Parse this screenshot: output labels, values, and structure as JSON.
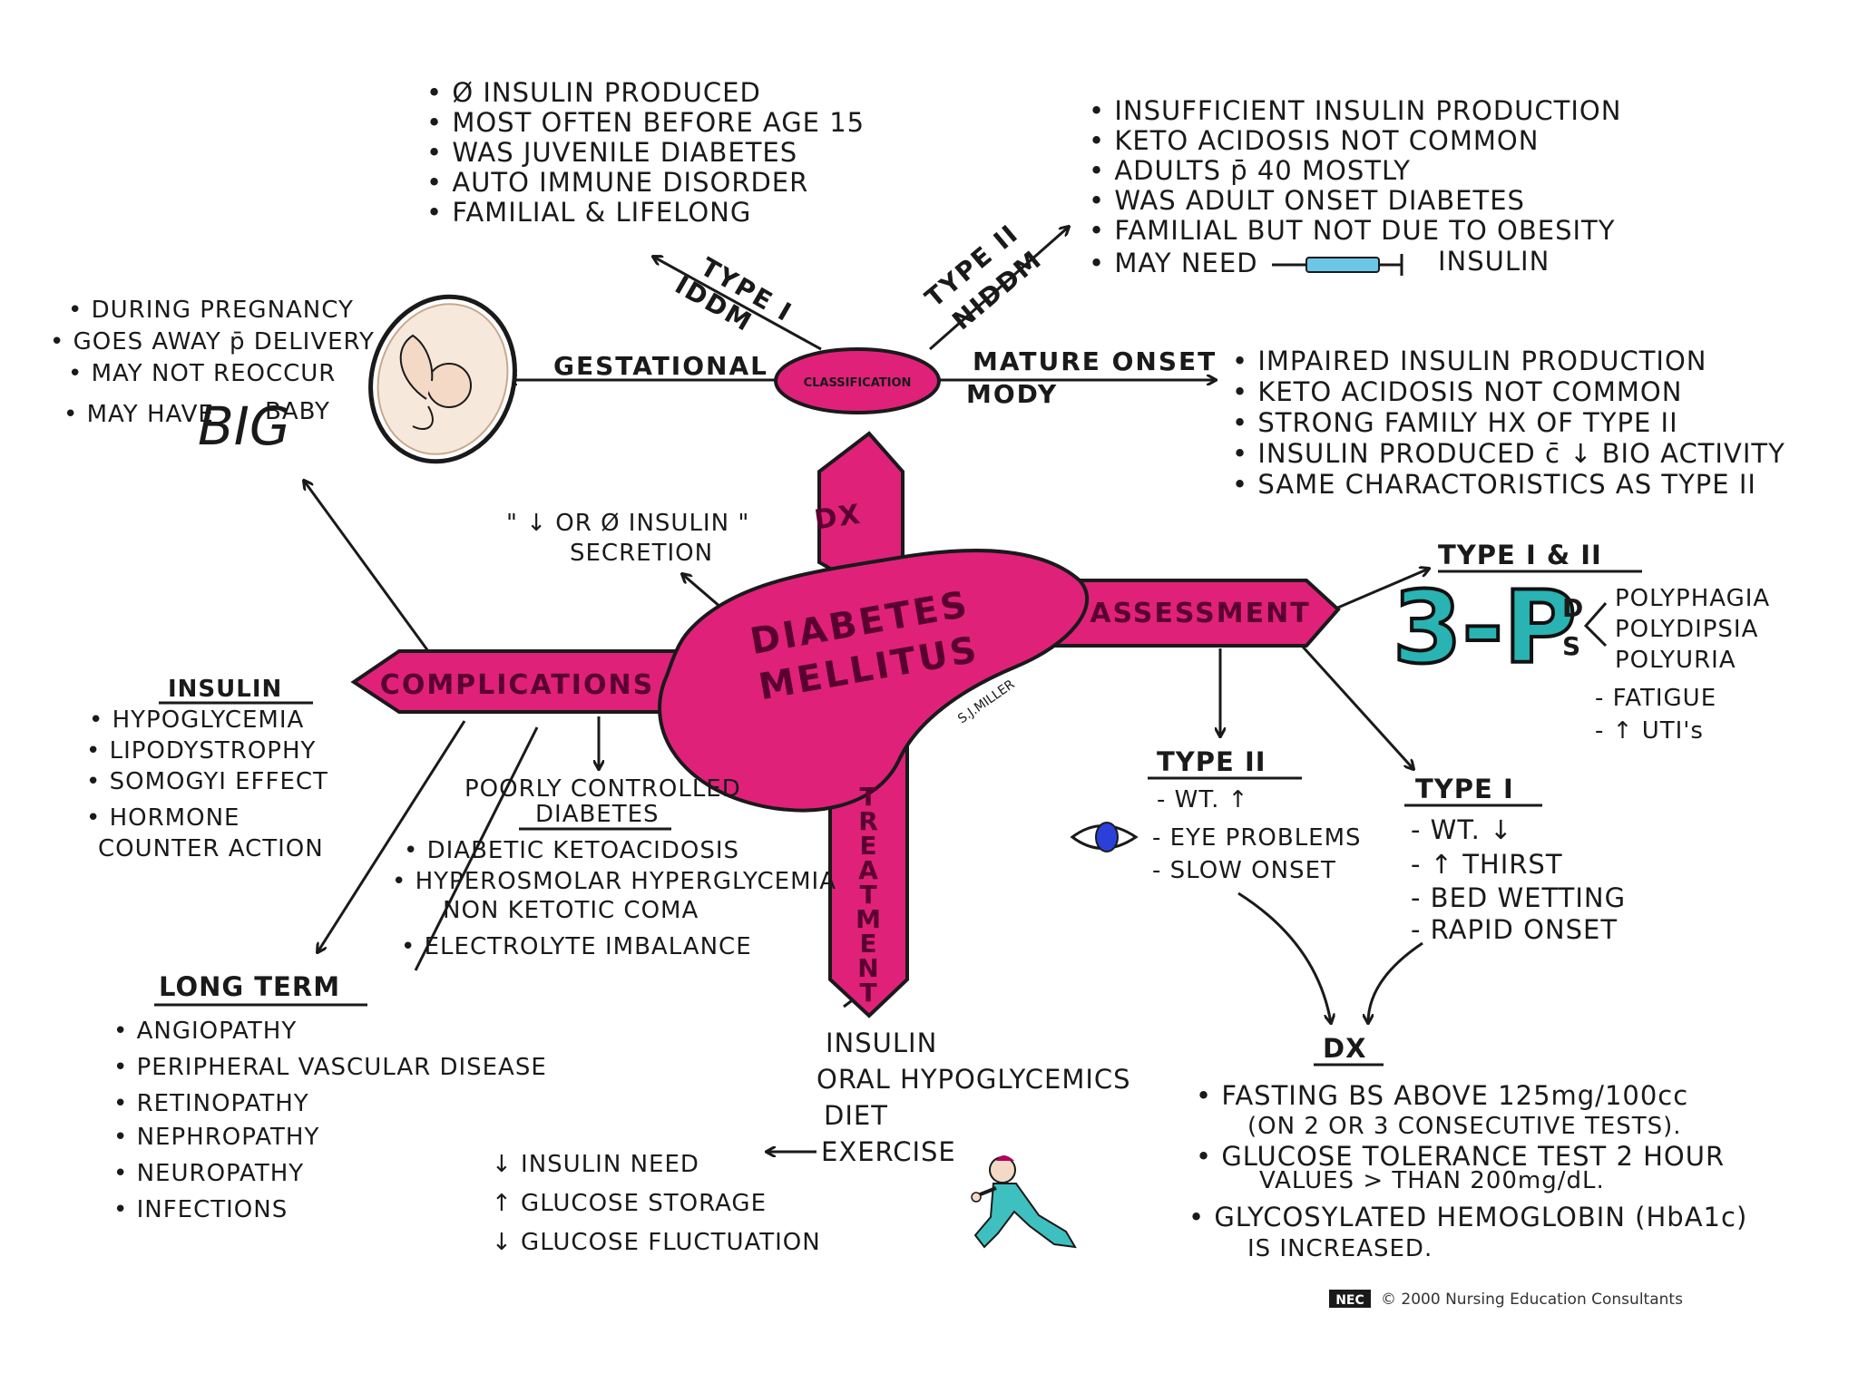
{
  "center": {
    "line1": "DIABETES",
    "line2": "MELLITUS",
    "signature": "S.J.MILLER"
  },
  "hub_classification": "CLASSIFICATION",
  "arms": {
    "dx": "DX",
    "assessment": "ASSESSMENT",
    "complications": "COMPLICATIONS",
    "treatment": "TREATMENT"
  },
  "branches": {
    "type1": [
      "TYPE I",
      "IDDM"
    ],
    "type2": [
      "TYPE II",
      "NIDDM"
    ],
    "gestational": "GESTATIONAL",
    "mature": [
      "MATURE ONSET",
      "MODY"
    ]
  },
  "type1_items": [
    "• Ø INSULIN PRODUCED",
    "• MOST OFTEN BEFORE AGE 15",
    "• WAS JUVENILE DIABETES",
    "• AUTO IMMUNE DISORDER",
    "• FAMILIAL & LIFELONG"
  ],
  "type2_items": [
    "• INSUFFICIENT INSULIN PRODUCTION",
    "• KETO ACIDOSIS NOT COMMON",
    "• ADULTS p̄ 40 MOSTLY",
    "• WAS ADULT ONSET DIABETES",
    "• FAMILIAL BUT NOT DUE TO OBESITY"
  ],
  "type2_last": {
    "prefix": "• MAY NEED",
    "suffix": "INSULIN"
  },
  "gestational_items": [
    "• DURING PREGNANCY",
    "• GOES AWAY p̄ DELIVERY",
    "• MAY NOT REOCCUR"
  ],
  "gestational_last": {
    "prefix": "• MAY HAVE",
    "big": "BIG",
    "suffix": "BABY"
  },
  "mody_items": [
    "• IMPAIRED INSULIN PRODUCTION",
    "• KETO ACIDOSIS NOT COMMON",
    "• STRONG FAMILY HX OF TYPE II",
    "• INSULIN PRODUCED c̄ ↓ BIO ACTIVITY",
    "• SAME CHARACTORISTICS AS TYPE II"
  ],
  "secretion": [
    "\" ↓ OR Ø INSULIN \"",
    "SECRETION"
  ],
  "assessment": {
    "header": "TYPE I & II",
    "three_p": "3-P",
    "three_p_tail": [
      "D",
      "S"
    ],
    "p_items": [
      "POLYPHAGIA",
      "POLYDIPSIA",
      "POLYURIA"
    ],
    "extra": [
      "- FATIGUE",
      "- ↑ UTI's"
    ],
    "type2": {
      "title": "TYPE II",
      "items": [
        "- WT. ↑",
        "- EYE PROBLEMS",
        "- SLOW ONSET"
      ]
    },
    "type1": {
      "title": "TYPE I",
      "items": [
        "- WT. ↓",
        "- ↑ THIRST",
        "- BED WETTING",
        "- RAPID ONSET"
      ]
    }
  },
  "dx": {
    "title": "DX",
    "lines": [
      "• FASTING BS ABOVE 125mg/100cc",
      "(ON 2 OR 3 CONSECUTIVE TESTS).",
      "• GLUCOSE TOLERANCE TEST 2 HOUR",
      "VALUES > THAN 200mg/dL.",
      "• GLYCOSYLATED HEMOGLOBIN (HbA1c)",
      "IS INCREASED."
    ]
  },
  "complications": {
    "insulin_title": "INSULIN",
    "insulin_items": [
      "• HYPOGLYCEMIA",
      "• LIPODYSTROPHY",
      "• SOMOGYI EFFECT",
      "• HORMONE",
      "COUNTER ACTION"
    ],
    "poor_title": [
      "POORLY CONTROLLED",
      "DIABETES"
    ],
    "poor_items": [
      "• DIABETIC KETOACIDOSIS",
      "• HYPEROSMOLAR HYPERGLYCEMIA",
      "NON KETOTIC COMA",
      "• ELECTROLYTE IMBALANCE"
    ],
    "long_title": "LONG TERM",
    "long_items": [
      "• ANGIOPATHY",
      "• PERIPHERAL VASCULAR DISEASE",
      "• RETINOPATHY",
      "• NEPHROPATHY",
      "• NEUROPATHY",
      "• INFECTIONS"
    ]
  },
  "treatment": {
    "items": [
      "INSULIN",
      "ORAL HYPOGLYCEMICS",
      "DIET",
      "EXERCISE"
    ],
    "exercise_effects": [
      "↓ INSULIN NEED",
      "↑ GLUCOSE STORAGE",
      "↓ GLUCOSE FLUCTUATION"
    ]
  },
  "footer": {
    "logo": "NEC",
    "copyright": "© 2000 Nursing Education Consultants"
  },
  "colors": {
    "magenta": "#e0217a",
    "teal": "#2ab3b3",
    "eye": "#2a40d8",
    "skin": "#f3d9c6"
  }
}
